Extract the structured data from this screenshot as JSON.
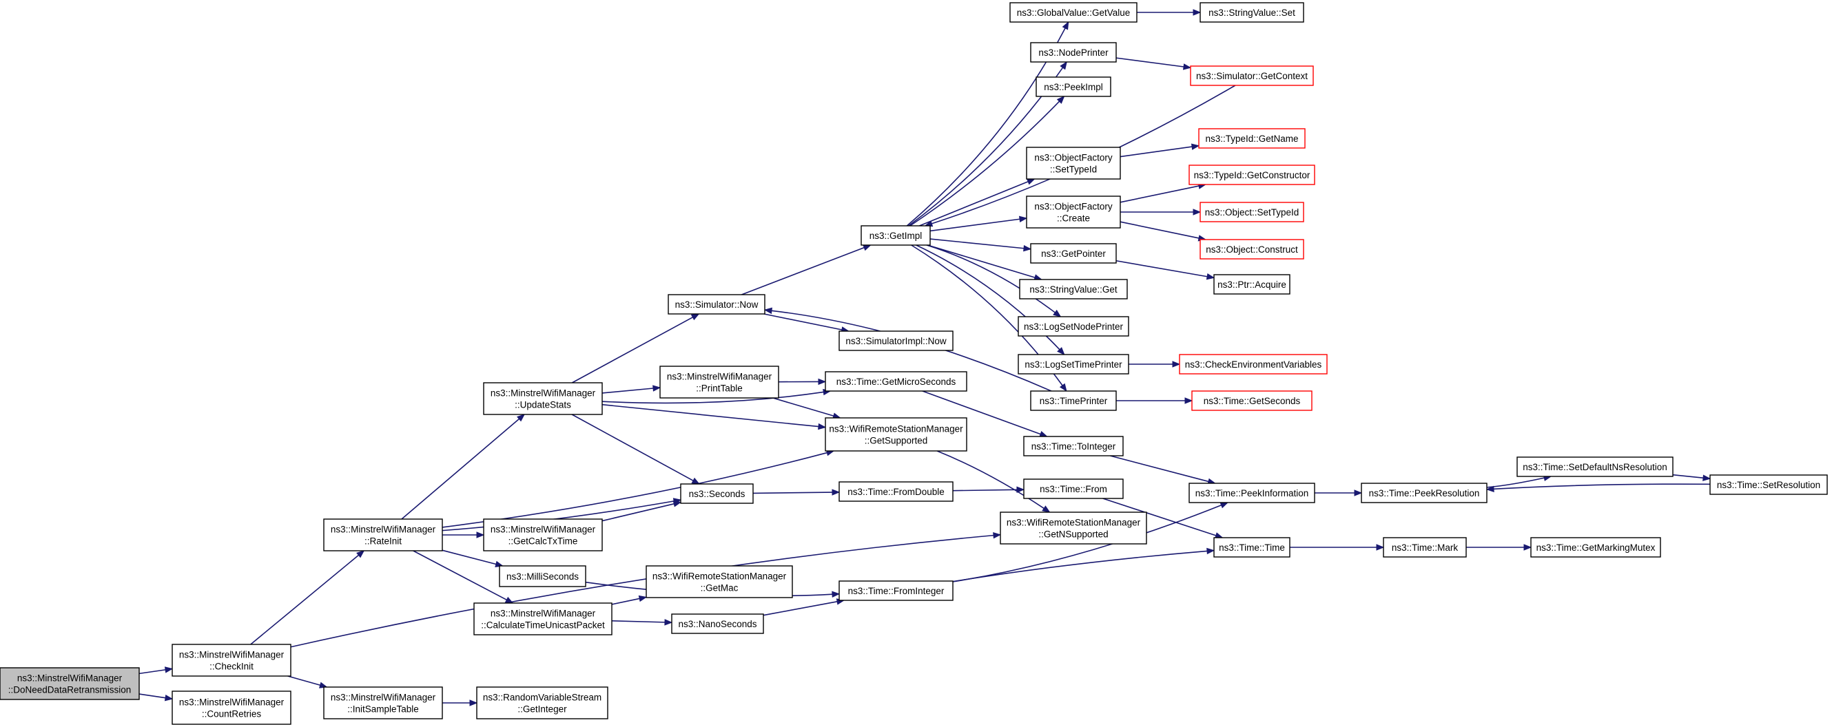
{
  "diagram": {
    "colors": {
      "edge": "#191970",
      "normal_border": "#000000",
      "truncated_border": "#ff0000",
      "root_fill": "#bfbfbf",
      "node_fill": "#ffffff",
      "text": "#000000"
    },
    "nodes": [
      {
        "id": "root",
        "lines": [
          "ns3::MinstrelWifiManager",
          "::DoNeedDataRetransmission"
        ],
        "style": "root"
      },
      {
        "id": "checkinit",
        "lines": [
          "ns3::MinstrelWifiManager",
          "::CheckInit"
        ],
        "style": "normal"
      },
      {
        "id": "countretries",
        "lines": [
          "ns3::MinstrelWifiManager",
          "::CountRetries"
        ],
        "style": "normal"
      },
      {
        "id": "rateinit",
        "lines": [
          "ns3::MinstrelWifiManager",
          "::RateInit"
        ],
        "style": "normal"
      },
      {
        "id": "initsampletable",
        "lines": [
          "ns3::MinstrelWifiManager",
          "::InitSampleTable"
        ],
        "style": "normal"
      },
      {
        "id": "getinteger",
        "lines": [
          "ns3::RandomVariableStream",
          "::GetInteger"
        ],
        "style": "normal"
      },
      {
        "id": "updatestats",
        "lines": [
          "ns3::MinstrelWifiManager",
          "::UpdateStats"
        ],
        "style": "normal"
      },
      {
        "id": "getcalctxtime",
        "lines": [
          "ns3::MinstrelWifiManager",
          "::GetCalcTxTime"
        ],
        "style": "normal"
      },
      {
        "id": "milliseconds",
        "lines": [
          "ns3::MilliSeconds"
        ],
        "style": "normal"
      },
      {
        "id": "calctimeunicast",
        "lines": [
          "ns3::MinstrelWifiManager",
          "::CalculateTimeUnicastPacket"
        ],
        "style": "normal"
      },
      {
        "id": "simnow",
        "lines": [
          "ns3::Simulator::Now"
        ],
        "style": "normal"
      },
      {
        "id": "printtable",
        "lines": [
          "ns3::MinstrelWifiManager",
          "::PrintTable"
        ],
        "style": "normal"
      },
      {
        "id": "seconds",
        "lines": [
          "ns3::Seconds"
        ],
        "style": "normal"
      },
      {
        "id": "getmac",
        "lines": [
          "ns3::WifiRemoteStationManager",
          "::GetMac"
        ],
        "style": "normal"
      },
      {
        "id": "nanoseconds",
        "lines": [
          "ns3::NanoSeconds"
        ],
        "style": "normal"
      },
      {
        "id": "getimpl",
        "lines": [
          "ns3::GetImpl"
        ],
        "style": "normal"
      },
      {
        "id": "simimplnow",
        "lines": [
          "ns3::SimulatorImpl::Now"
        ],
        "style": "normal"
      },
      {
        "id": "getmicroseconds",
        "lines": [
          "ns3::Time::GetMicroSeconds"
        ],
        "style": "normal"
      },
      {
        "id": "getsupported",
        "lines": [
          "ns3::WifiRemoteStationManager",
          "::GetSupported"
        ],
        "style": "normal"
      },
      {
        "id": "fromdouble",
        "lines": [
          "ns3::Time::FromDouble"
        ],
        "style": "normal"
      },
      {
        "id": "frominteger",
        "lines": [
          "ns3::Time::FromInteger"
        ],
        "style": "normal"
      },
      {
        "id": "globalvalue",
        "lines": [
          "ns3::GlobalValue::GetValue"
        ],
        "style": "normal"
      },
      {
        "id": "nodeprinter",
        "lines": [
          "ns3::NodePrinter"
        ],
        "style": "normal"
      },
      {
        "id": "peekimpl",
        "lines": [
          "ns3::PeekImpl"
        ],
        "style": "normal"
      },
      {
        "id": "ofsettypeid",
        "lines": [
          "ns3::ObjectFactory",
          "::SetTypeId"
        ],
        "style": "normal"
      },
      {
        "id": "ofcreate",
        "lines": [
          "ns3::ObjectFactory",
          "::Create"
        ],
        "style": "normal"
      },
      {
        "id": "getpointer",
        "lines": [
          "ns3::GetPointer"
        ],
        "style": "normal"
      },
      {
        "id": "stringvalueget",
        "lines": [
          "ns3::StringValue::Get"
        ],
        "style": "normal"
      },
      {
        "id": "logsetnodeprinter",
        "lines": [
          "ns3::LogSetNodePrinter"
        ],
        "style": "normal"
      },
      {
        "id": "logsettimeprinter",
        "lines": [
          "ns3::LogSetTimePrinter"
        ],
        "style": "normal"
      },
      {
        "id": "timeprinter",
        "lines": [
          "ns3::TimePrinter"
        ],
        "style": "normal"
      },
      {
        "id": "tointeger",
        "lines": [
          "ns3::Time::ToInteger"
        ],
        "style": "normal"
      },
      {
        "id": "getnsupported",
        "lines": [
          "ns3::WifiRemoteStationManager",
          "::GetNSupported"
        ],
        "style": "normal"
      },
      {
        "id": "timefrom",
        "lines": [
          "ns3::Time::From"
        ],
        "style": "normal"
      },
      {
        "id": "stringvalueset",
        "lines": [
          "ns3::StringValue::Set"
        ],
        "style": "normal"
      },
      {
        "id": "getcontext",
        "lines": [
          "ns3::Simulator::GetContext"
        ],
        "style": "truncated"
      },
      {
        "id": "typeidgetname",
        "lines": [
          "ns3::TypeId::GetName"
        ],
        "style": "truncated"
      },
      {
        "id": "typeidgetctor",
        "lines": [
          "ns3::TypeId::GetConstructor"
        ],
        "style": "truncated"
      },
      {
        "id": "objsettypeid",
        "lines": [
          "ns3::Object::SetTypeId"
        ],
        "style": "truncated"
      },
      {
        "id": "objconstruct",
        "lines": [
          "ns3::Object::Construct"
        ],
        "style": "truncated"
      },
      {
        "id": "ptracquire",
        "lines": [
          "ns3::Ptr::Acquire"
        ],
        "style": "normal"
      },
      {
        "id": "checkenv",
        "lines": [
          "ns3::CheckEnvironmentVariables"
        ],
        "style": "truncated"
      },
      {
        "id": "getseconds",
        "lines": [
          "ns3::Time::GetSeconds"
        ],
        "style": "truncated"
      },
      {
        "id": "peekinformation",
        "lines": [
          "ns3::Time::PeekInformation"
        ],
        "style": "normal"
      },
      {
        "id": "timetime",
        "lines": [
          "ns3::Time::Time"
        ],
        "style": "normal"
      },
      {
        "id": "peekresolution",
        "lines": [
          "ns3::Time::PeekResolution"
        ],
        "style": "normal"
      },
      {
        "id": "timemark",
        "lines": [
          "ns3::Time::Mark"
        ],
        "style": "normal"
      },
      {
        "id": "setdefaultns",
        "lines": [
          "ns3::Time::SetDefaultNsResolution"
        ],
        "style": "normal"
      },
      {
        "id": "setresolution",
        "lines": [
          "ns3::Time::SetResolution"
        ],
        "style": "normal"
      },
      {
        "id": "getmarkingmutex",
        "lines": [
          "ns3::Time::GetMarkingMutex"
        ],
        "style": "normal"
      }
    ],
    "edges": [
      [
        "root",
        "checkinit"
      ],
      [
        "root",
        "countretries"
      ],
      [
        "checkinit",
        "rateinit"
      ],
      [
        "checkinit",
        "initsampletable"
      ],
      [
        "checkinit",
        "getnsupported"
      ],
      [
        "initsampletable",
        "getinteger"
      ],
      [
        "rateinit",
        "updatestats"
      ],
      [
        "rateinit",
        "getsupported"
      ],
      [
        "rateinit",
        "seconds"
      ],
      [
        "rateinit",
        "getcalctxtime"
      ],
      [
        "rateinit",
        "milliseconds"
      ],
      [
        "rateinit",
        "calctimeunicast"
      ],
      [
        "updatestats",
        "simnow"
      ],
      [
        "updatestats",
        "getmicroseconds"
      ],
      [
        "updatestats",
        "printtable"
      ],
      [
        "updatestats",
        "getsupported"
      ],
      [
        "updatestats",
        "seconds"
      ],
      [
        "printtable",
        "getmicroseconds"
      ],
      [
        "printtable",
        "getsupported"
      ],
      [
        "getcalctxtime",
        "seconds"
      ],
      [
        "milliseconds",
        "frominteger"
      ],
      [
        "calctimeunicast",
        "getmac"
      ],
      [
        "calctimeunicast",
        "nanoseconds"
      ],
      [
        "nanoseconds",
        "frominteger"
      ],
      [
        "seconds",
        "fromdouble"
      ],
      [
        "simnow",
        "getimpl"
      ],
      [
        "simnow",
        "simimplnow"
      ],
      [
        "getmicroseconds",
        "tointeger"
      ],
      [
        "getsupported",
        "getnsupported"
      ],
      [
        "fromdouble",
        "timefrom"
      ],
      [
        "frominteger",
        "peekinformation"
      ],
      [
        "frominteger",
        "timetime"
      ],
      [
        "getimpl",
        "globalvalue"
      ],
      [
        "getimpl",
        "nodeprinter"
      ],
      [
        "getimpl",
        "peekimpl"
      ],
      [
        "getimpl",
        "ofsettypeid"
      ],
      [
        "getimpl",
        "ofcreate"
      ],
      [
        "getimpl",
        "getpointer"
      ],
      [
        "getimpl",
        "stringvalueget"
      ],
      [
        "getimpl",
        "logsetnodeprinter"
      ],
      [
        "getimpl",
        "logsettimeprinter"
      ],
      [
        "getimpl",
        "timeprinter"
      ],
      [
        "globalvalue",
        "stringvalueset"
      ],
      [
        "nodeprinter",
        "getcontext"
      ],
      [
        "ofsettypeid",
        "typeidgetname"
      ],
      [
        "ofcreate",
        "typeidgetctor"
      ],
      [
        "ofcreate",
        "objsettypeid"
      ],
      [
        "ofcreate",
        "objconstruct"
      ],
      [
        "getpointer",
        "ptracquire"
      ],
      [
        "logsettimeprinter",
        "checkenv"
      ],
      [
        "timeprinter",
        "getseconds"
      ],
      [
        "timeprinter",
        "simnow"
      ],
      [
        "getcontext",
        "getimpl"
      ],
      [
        "tointeger",
        "peekinformation"
      ],
      [
        "timefrom",
        "timetime"
      ],
      [
        "peekinformation",
        "peekresolution"
      ],
      [
        "timetime",
        "timemark"
      ],
      [
        "peekresolution",
        "setdefaultns"
      ],
      [
        "setdefaultns",
        "setresolution"
      ],
      [
        "setresolution",
        "peekresolution"
      ],
      [
        "timemark",
        "getmarkingmutex"
      ]
    ]
  }
}
